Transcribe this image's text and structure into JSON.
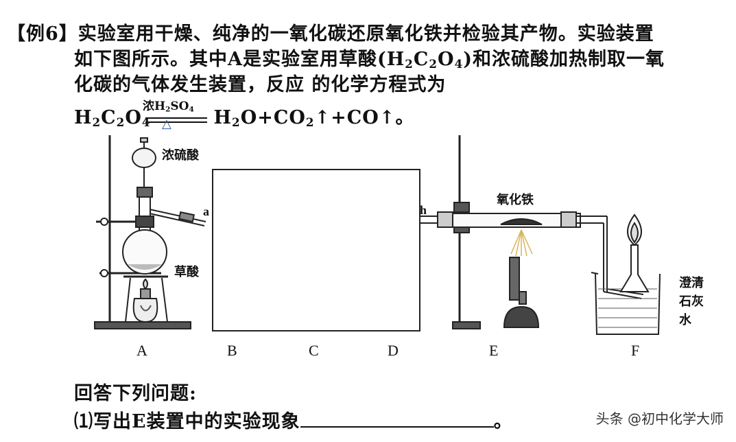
{
  "problem": {
    "tag": "【例6】",
    "line1": "实验室用干燥、纯净的一氧化碳还原氧化铁并检验其产物。实验装置",
    "line2_a": "如下图所示。其中A是实验室用草酸(H",
    "line2_b": "C",
    "line2_c": "O",
    "line2_d": ")和浓硫酸加热制取一氧",
    "line3": "化碳的气体发生装置，反应 的化学方程式为",
    "cond_top": "浓H",
    "cond_top_b": "SO",
    "cond_bottom": "△",
    "eq_a": "H",
    "eq_b": "C",
    "eq_c": "O",
    "eq_d": "H",
    "eq_e": "O+CO",
    "eq_f": "↑+CO↑。",
    "sub2": "2",
    "sub4": "4"
  },
  "diagram": {
    "labels": {
      "nongliusuan": "浓硫酸",
      "caosuan": "草酸",
      "yanghuatie": "氧化铁",
      "limewater_1": "澄清",
      "limewater_2": "石灰",
      "limewater_3": "水",
      "port_a": "a",
      "port_h": "h"
    },
    "apparatus_letters": [
      "A",
      "B",
      "C",
      "D",
      "E",
      "F"
    ]
  },
  "questions": {
    "heading": "回答下列问题:",
    "q1_a": "⑴写出E装置中的实验现象",
    "q1_b": "。"
  },
  "watermark": "头条 @初中化学大师"
}
